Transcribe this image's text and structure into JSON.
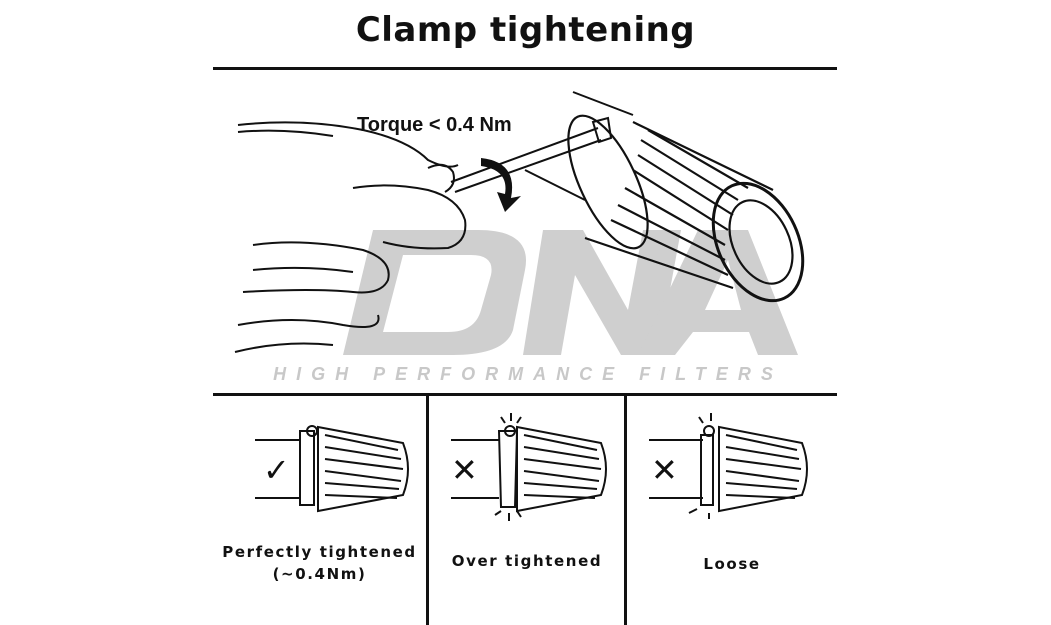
{
  "title": "Clamp tightening",
  "hero": {
    "torque_label": "Torque < 0.4 Nm",
    "watermark_logo": "DNA",
    "watermark_tagline": "HIGH PERFORMANCE FILTERS"
  },
  "panels": [
    {
      "status_icon": "check-icon",
      "status_glyph": "✓",
      "caption_line1": "Perfectly tightened",
      "caption_line2": "(~0.4Nm)"
    },
    {
      "status_icon": "cross-icon",
      "status_glyph": "✕",
      "caption_line1": "Over tightened",
      "caption_line2": ""
    },
    {
      "status_icon": "cross-icon",
      "status_glyph": "✕",
      "caption_line1": "Loose",
      "caption_line2": ""
    }
  ],
  "colors": {
    "ink": "#111111",
    "watermark": "#c8c8c8"
  }
}
